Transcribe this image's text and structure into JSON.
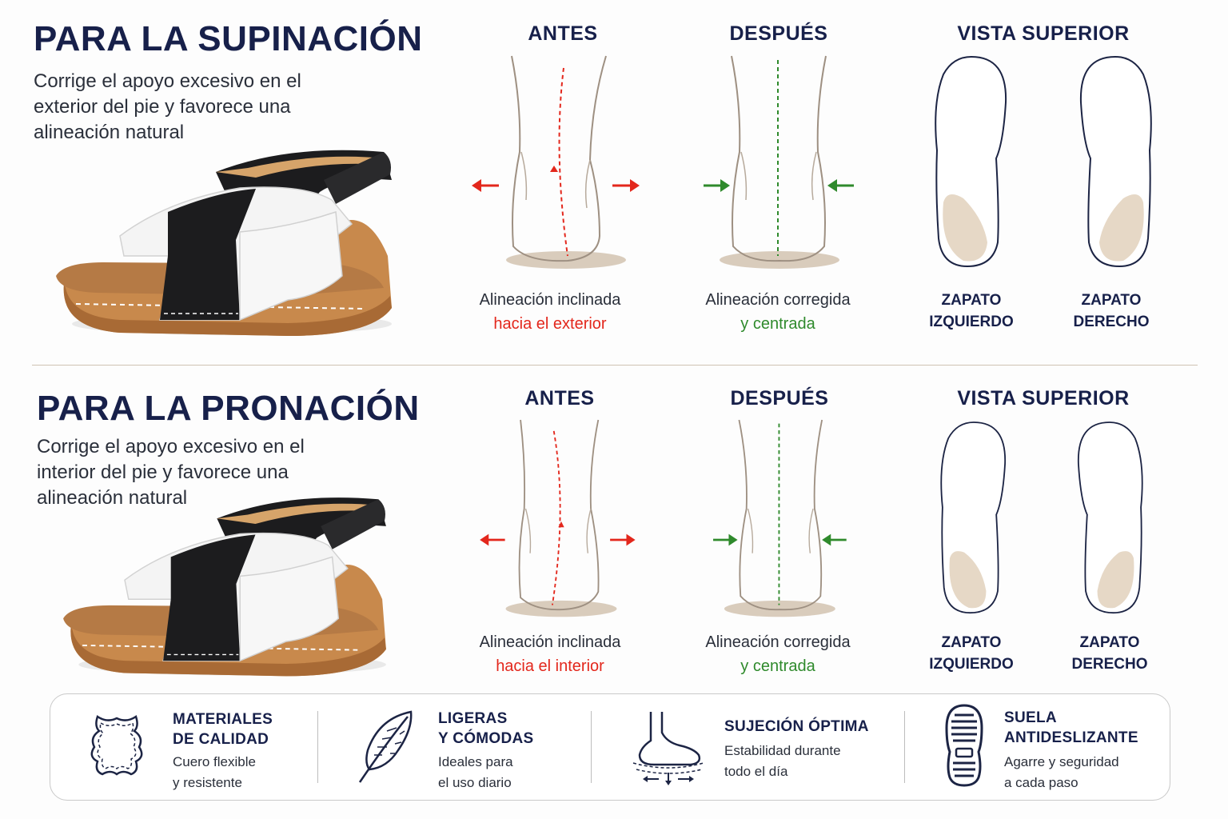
{
  "supination": {
    "title": "PARA LA SUPINACIÓN",
    "desc": [
      "Corrige el apoyo excesivo en el",
      "exterior del pie y favorece una",
      "alineación natural"
    ],
    "before_label": "ANTES",
    "after_label": "DESPUÉS",
    "top_view_label": "VISTA SUPERIOR",
    "before_caption": [
      "Alineación inclinada",
      "hacia el exterior"
    ],
    "after_caption": [
      "Alineación corregida",
      "y centrada"
    ],
    "left_shoe": [
      "ZAPATO",
      "IZQUIERDO"
    ],
    "right_shoe": [
      "ZAPATO",
      "DERECHO"
    ]
  },
  "pronation": {
    "title": "PARA LA PRONACIÓN",
    "desc": [
      "Corrige el apoyo excesivo en el",
      "interior del pie y favorece una",
      "alineación natural"
    ],
    "before_label": "ANTES",
    "after_label": "DESPUÉS",
    "top_view_label": "VISTA SUPERIOR",
    "before_caption": [
      "Alineación inclinada",
      "hacia el interior"
    ],
    "after_caption": [
      "Alineación corregida",
      "y centrada"
    ],
    "left_shoe": [
      "ZAPATO",
      "IZQUIERDO"
    ],
    "right_shoe": [
      "ZAPATO",
      "DERECHO"
    ]
  },
  "features": [
    {
      "icon": "leather-hide-icon",
      "title": [
        "MATERIALES",
        "DE CALIDAD"
      ],
      "sub": [
        "Cuero flexible",
        "y resistente"
      ]
    },
    {
      "icon": "feather-icon",
      "title": [
        "LIGERAS",
        "Y CÓMODAS"
      ],
      "sub": [
        "Ideales para",
        "el uso diario"
      ]
    },
    {
      "icon": "foot-support-icon",
      "title": [
        "SUJECIÓN ÓPTIMA"
      ],
      "sub": [
        "Estabilidad durante",
        "todo el día"
      ]
    },
    {
      "icon": "shoe-sole-icon",
      "title": [
        "SUELA",
        "ANTIDESLIZANTE"
      ],
      "sub": [
        "Agarre y seguridad",
        "a cada paso"
      ]
    }
  ],
  "colors": {
    "navy": "#17204a",
    "red": "#e3271c",
    "green": "#2f8a2c",
    "tan": "#e6d8c6",
    "sole": "#c8894c",
    "strap_black": "#1c1c1e"
  }
}
